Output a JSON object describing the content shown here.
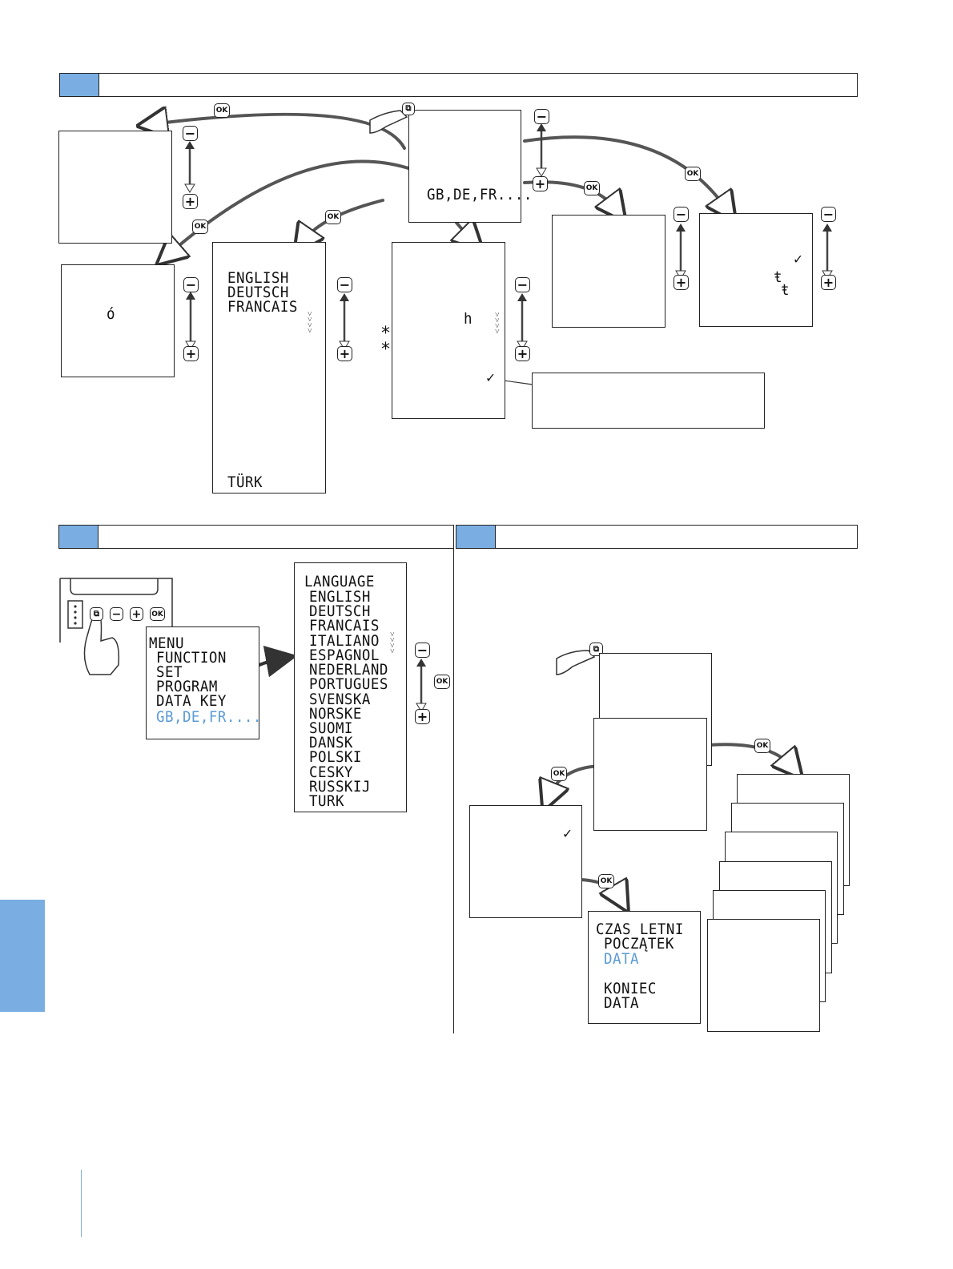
{
  "keys": {
    "ok": "OK",
    "minus": "−",
    "plus": "+"
  },
  "lcd_language_short": [
    "ENGLISH",
    "DEUTSCH",
    "FRANCAIS"
  ],
  "lcd_language_last": "TÜRK",
  "lcd_lang_option": "GB,DE,FR....",
  "lcd_glyph_a": "ó",
  "lcd_glyph_h": "h",
  "lcd_glyph_t": "ŧ",
  "asterisk": "*",
  "checkmark": "✓",
  "scroll_marks": "˅",
  "menu": {
    "title": "MENU",
    "items": [
      "FUNCTION",
      "SET",
      "PROGRAM",
      "DATA KEY"
    ],
    "highlighted": "GB,DE,FR...."
  },
  "language_menu": {
    "title": "LANGUAGE",
    "items": [
      "ENGLISH",
      "DEUTSCH",
      "FRANCAIS",
      "ITALIANO",
      "ESPAGNOL",
      "NEDERLAND",
      "PORTUGUES",
      "SVENSKA",
      "NORSKE",
      "SUOMI",
      "DANSK",
      "POLSKI",
      "CESKY",
      "RUSSKIJ",
      "TURK"
    ]
  },
  "dst_menu": {
    "title": "CZAS LETNI",
    "start_label": "POCZĄTEK",
    "start_value": "DATA",
    "end_label": "KONIEC",
    "end_value": "DATA"
  },
  "colors": {
    "accent": "#7aaee2",
    "highlight_text": "#5b9bd5"
  }
}
